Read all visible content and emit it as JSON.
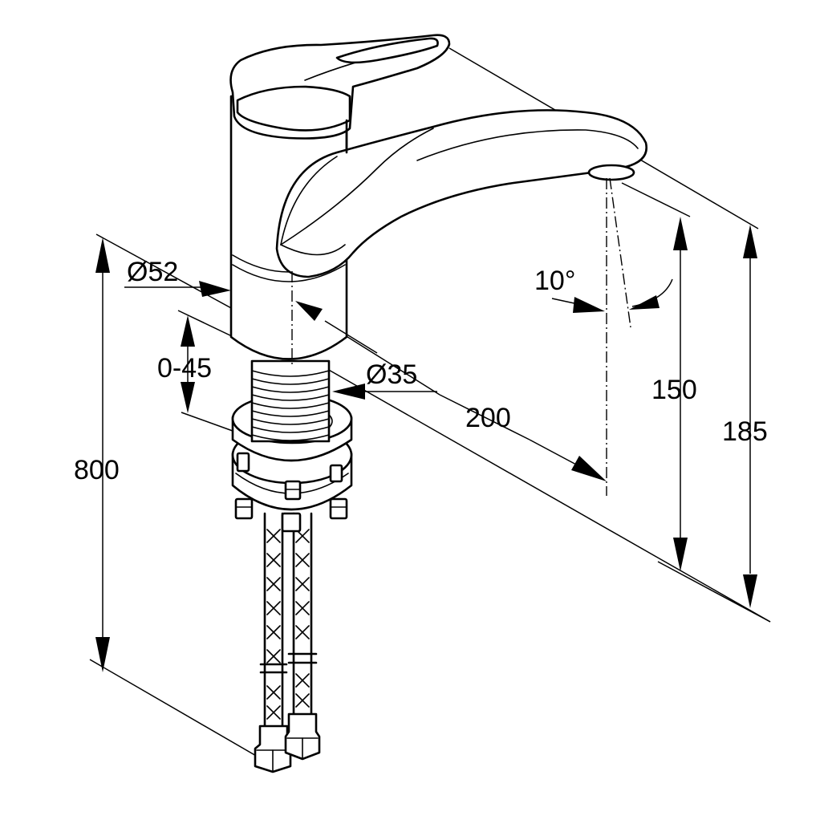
{
  "drawing": {
    "colors": {
      "line": "#000000",
      "background": "#ffffff"
    },
    "dimensions": {
      "height_800": "800",
      "base_diameter": "Ø52",
      "thickness_range": "0-45",
      "shank_diameter": "Ø35",
      "reach": "200",
      "spray_angle": "10°",
      "outlet_height": "150",
      "total_height": "185"
    }
  }
}
